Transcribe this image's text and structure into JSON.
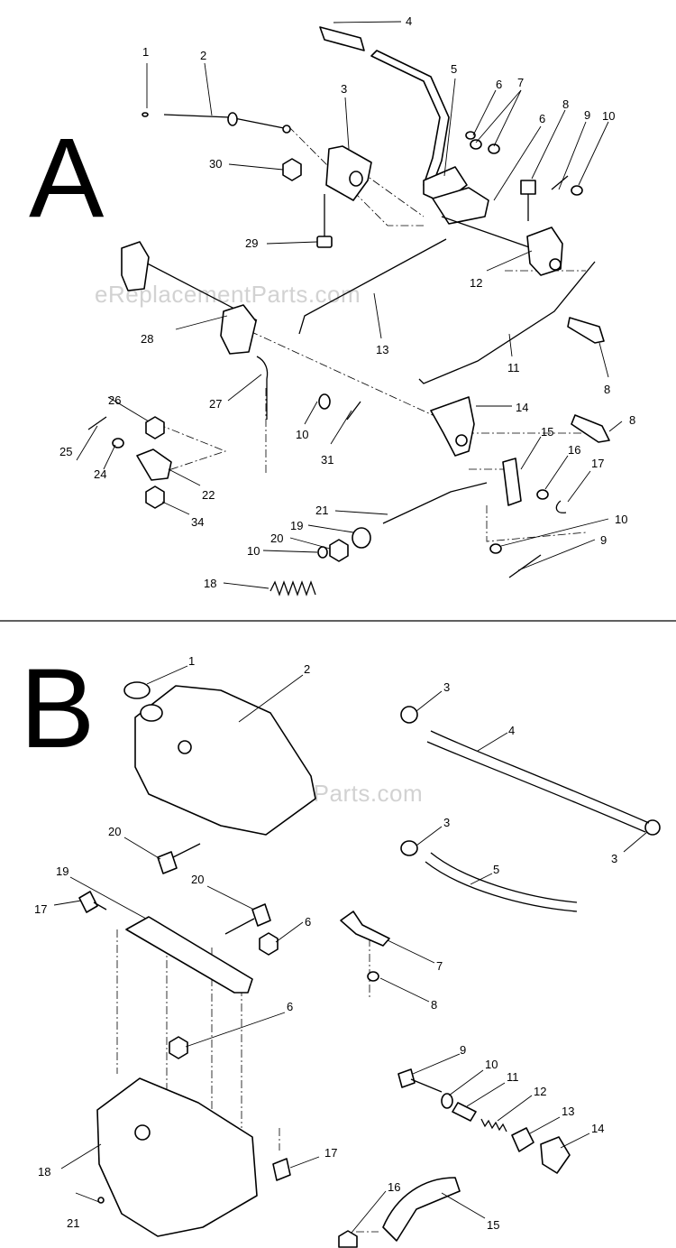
{
  "watermark": "eReplacementParts.com",
  "sections": [
    {
      "letter": "A",
      "callouts": [
        "1",
        "2",
        "3",
        "4",
        "5",
        "6",
        "7",
        "6",
        "8",
        "9",
        "10",
        "30",
        "29",
        "12",
        "28",
        "13",
        "11",
        "8",
        "27",
        "10",
        "31",
        "14",
        "8",
        "26",
        "25",
        "24",
        "22",
        "34",
        "15",
        "16",
        "17",
        "21",
        "19",
        "20",
        "10",
        "10",
        "9",
        "18"
      ]
    },
    {
      "letter": "B",
      "callouts": [
        "1",
        "2",
        "3",
        "4",
        "20",
        "3",
        "5",
        "3",
        "19",
        "20",
        "17",
        "6",
        "7",
        "8",
        "6",
        "9",
        "10",
        "11",
        "12",
        "13",
        "14",
        "18",
        "17",
        "16",
        "21",
        "15"
      ]
    }
  ]
}
